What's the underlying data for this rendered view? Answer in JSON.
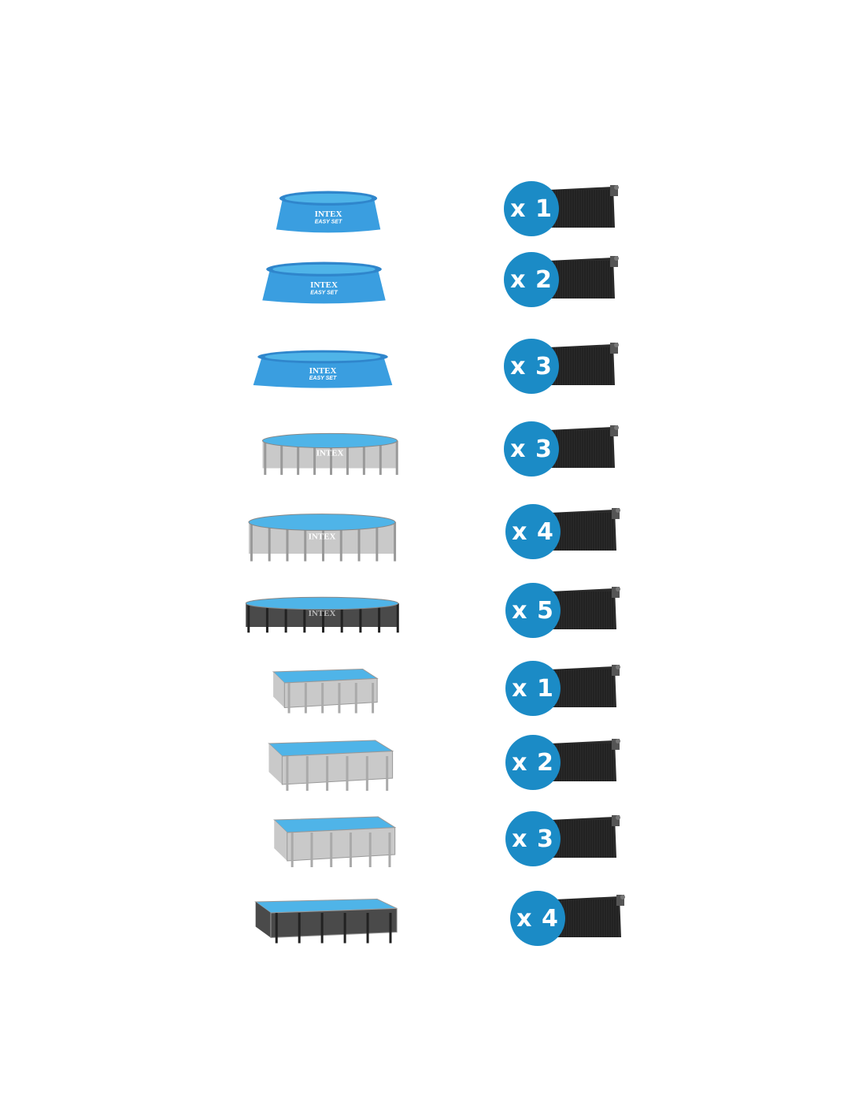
{
  "brand": {
    "name": "INTEX",
    "sub": "EASY SET"
  },
  "colors": {
    "badge": "#1b8bc6",
    "mat": "#2a2a2a",
    "water": "#4fb4e8",
    "easyset": "#3a9ee0",
    "frame_gray": "#c9c9c9",
    "frame_dark": "#4a4a4a"
  },
  "rows": [
    {
      "pool_type": "easy-set-round-small",
      "heater_count_label": "x 1",
      "heater_count": 1
    },
    {
      "pool_type": "easy-set-round-medium",
      "heater_count_label": "x 2",
      "heater_count": 2
    },
    {
      "pool_type": "easy-set-round-large",
      "heater_count_label": "x 3",
      "heater_count": 3
    },
    {
      "pool_type": "prism-frame-round",
      "heater_count_label": "x 3",
      "heater_count": 3
    },
    {
      "pool_type": "prism-frame-round-large",
      "heater_count_label": "x 4",
      "heater_count": 4
    },
    {
      "pool_type": "ultra-xtr-round-dark",
      "heater_count_label": "x 5",
      "heater_count": 5
    },
    {
      "pool_type": "prism-frame-rectangular-small",
      "heater_count_label": "x 1",
      "heater_count": 1
    },
    {
      "pool_type": "prism-frame-rectangular",
      "heater_count_label": "x 2",
      "heater_count": 2
    },
    {
      "pool_type": "prism-frame-oval",
      "heater_count_label": "x 3",
      "heater_count": 3
    },
    {
      "pool_type": "ultra-xtr-rectangular-dark",
      "heater_count_label": "x 4",
      "heater_count": 4
    }
  ]
}
